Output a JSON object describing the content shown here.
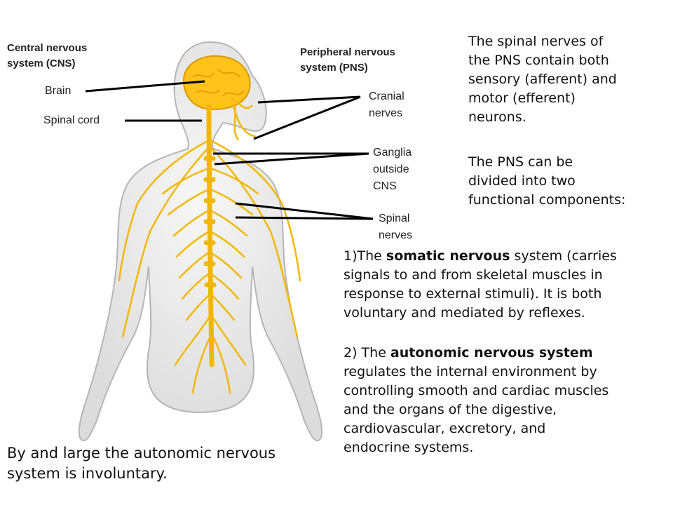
{
  "labels": {
    "cns_header": [
      "Central nervous",
      "system (CNS)"
    ],
    "pns_header": [
      "Peripheral nervous",
      "system (PNS)"
    ],
    "brain": "Brain",
    "spinal_cord": "Spinal cord",
    "cranial_nerves": [
      "Cranial",
      "nerves"
    ],
    "ganglia": [
      "Ganglia",
      "outside",
      "CNS"
    ],
    "spinal_nerves": [
      "Spinal",
      "nerves"
    ]
  },
  "text": {
    "pns_intro": [
      "The spinal nerves of",
      "the PNS contain both",
      "sensory (afferent) and",
      "motor (efferent)",
      "neurons."
    ],
    "pns_divide": [
      "The PNS can be",
      "divided into two",
      "functional components:"
    ],
    "somatic": {
      "prefix": "1)The ",
      "bold": "somatic nervous",
      "suffix": " system (carries",
      "rest": [
        "signals to and from skeletal muscles in",
        "response to external stimuli). It is both",
        "voluntary and mediated by reflexes."
      ]
    },
    "autonomic": {
      "prefix": " 2) The ",
      "bold": "autonomic nervous system",
      "rest": [
        "regulates the internal environment by",
        "controlling smooth and cardiac muscles",
        "and the organs of the digestive,",
        "cardiovascular, excretory, and",
        "endocrine systems."
      ]
    },
    "involuntary": [
      "By and large the autonomic nervous",
      "system is involuntary."
    ]
  },
  "colors": {
    "nerve": "#f2b705",
    "brain": "#ffc21a",
    "skin": "#ececec",
    "skin_outline": "#b5b5b5",
    "pointer": "#000000"
  }
}
